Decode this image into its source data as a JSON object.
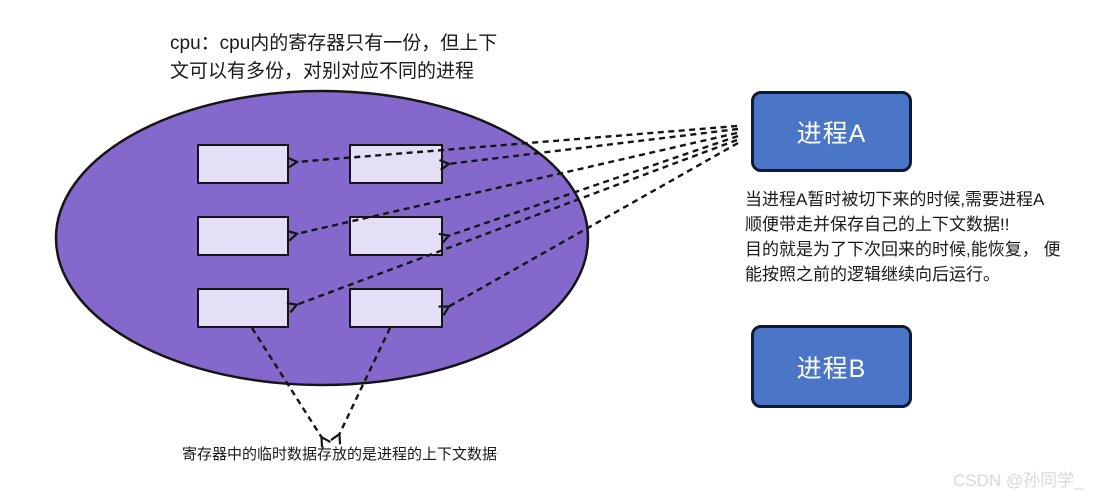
{
  "title": {
    "line1": "cpu：cpu内的寄存器只有一份，但上下",
    "line2": "文可以有多份，对别对应不同的进程"
  },
  "cpu": {
    "register_count": 6,
    "caption": "寄存器中的临时数据存放的是进程的上下文数据"
  },
  "processes": {
    "a": {
      "label": "进程A"
    },
    "b": {
      "label": "进程B"
    }
  },
  "note": {
    "lines": [
      "当进程A暂时被切下来的时候,需要进程A",
      "顺便带走并保存自己的上下文数据!!",
      "目的就是为了下次回来的时候,能恢复， 便",
      "能按照之前的逻辑继续向后运行。"
    ]
  },
  "watermark": "CSDN @孙同学_",
  "colors": {
    "ellipse_fill": "#8568CB",
    "register_fill": "#E4DEF7",
    "process_fill": "#4B76C7",
    "process_border": "#101A33",
    "outline": "#151515",
    "text": "#1A1A1A",
    "watermark": "#D9D9D9"
  }
}
